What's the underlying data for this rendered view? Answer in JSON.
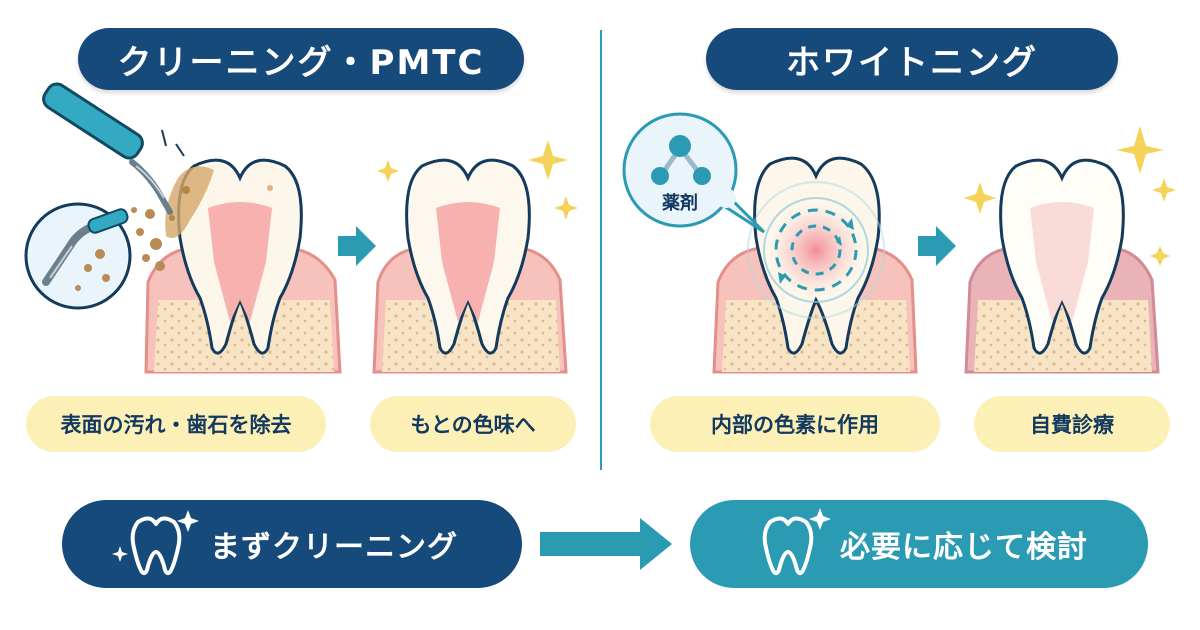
{
  "left_panel": {
    "title": "クリーニング・PMTC",
    "caption_before": "表面の汚れ・歯石を除去",
    "caption_after": "もとの色味へ"
  },
  "right_panel": {
    "title": "ホワイトニング",
    "agent_label": "薬剤",
    "caption_before": "内部の色素に作用",
    "caption_after": "自費診療"
  },
  "bottom": {
    "step1": "まずクリーニング",
    "step2": "必要に応じて検討"
  },
  "colors": {
    "navy": "#164a7a",
    "teal": "#2a9bb2",
    "cream": "#fdf0b6",
    "gum": "#f3b4ae",
    "sparkle": "#f5d25a"
  }
}
